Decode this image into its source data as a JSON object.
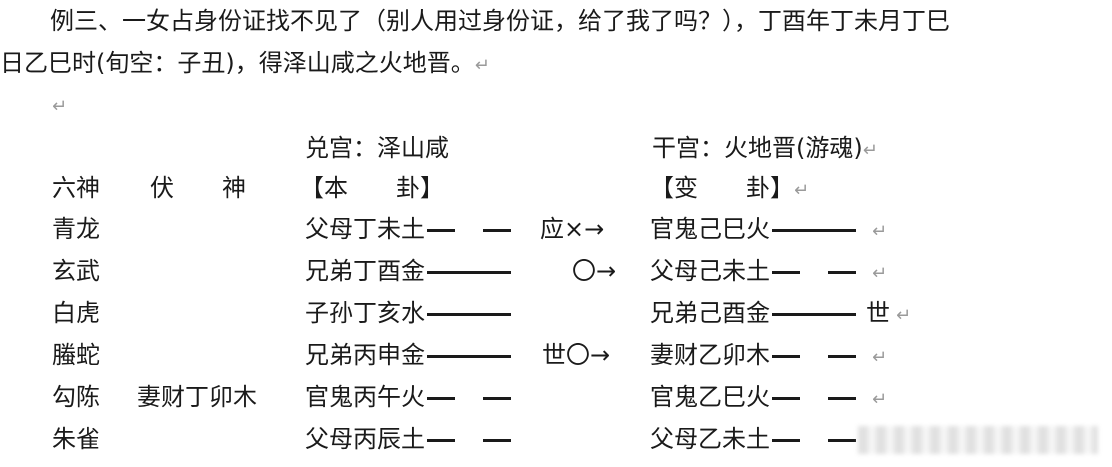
{
  "intro": {
    "line1": "例三、一女占身份证找不见了（别人用过身份证，给了我了吗？），丁酉年丁未月丁巳",
    "line2": "日乙巳时(旬空：子丑)，得泽山咸之火地晋。",
    "return_mark": "↵"
  },
  "header": {
    "ben_palace": "兑宫：泽山咸",
    "bian_palace": "干宫：火地晋(游魂)",
    "col_liushen": "六神",
    "col_fushen": "伏　　神",
    "col_bengua": "【本　　卦】",
    "col_biangua": "【变　　卦】"
  },
  "rows": [
    {
      "shen": "青龙",
      "fu": "",
      "ben": "父母丁未土",
      "ben_line": "yin",
      "move": "应×→",
      "bian": "官鬼己巳火",
      "bian_line": "yang",
      "world": ""
    },
    {
      "shen": "玄武",
      "fu": "",
      "ben": "兄弟丁酉金",
      "ben_line": "yang",
      "move": "〇→",
      "bian": "父母己未土",
      "bian_line": "yin",
      "world": ""
    },
    {
      "shen": "白虎",
      "fu": "",
      "ben": "子孙丁亥水",
      "ben_line": "yang",
      "move": "",
      "bian": "兄弟己酉金",
      "bian_line": "yang",
      "world": "世"
    },
    {
      "shen": "螣蛇",
      "fu": "",
      "ben": "兄弟丙申金",
      "ben_line": "yang",
      "move": "世〇→",
      "bian": "妻财乙卯木",
      "bian_line": "yin",
      "world": ""
    },
    {
      "shen": "勾陈",
      "fu": "妻财丁卯木",
      "ben": "官鬼丙午火",
      "ben_line": "yin",
      "move": "",
      "bian": "官鬼乙巳火",
      "bian_line": "yin",
      "world": ""
    },
    {
      "shen": "朱雀",
      "fu": "",
      "ben": "父母丙辰土",
      "ben_line": "yin",
      "move": "",
      "bian": "父母乙未土",
      "bian_line": "yin",
      "world": ""
    }
  ]
}
